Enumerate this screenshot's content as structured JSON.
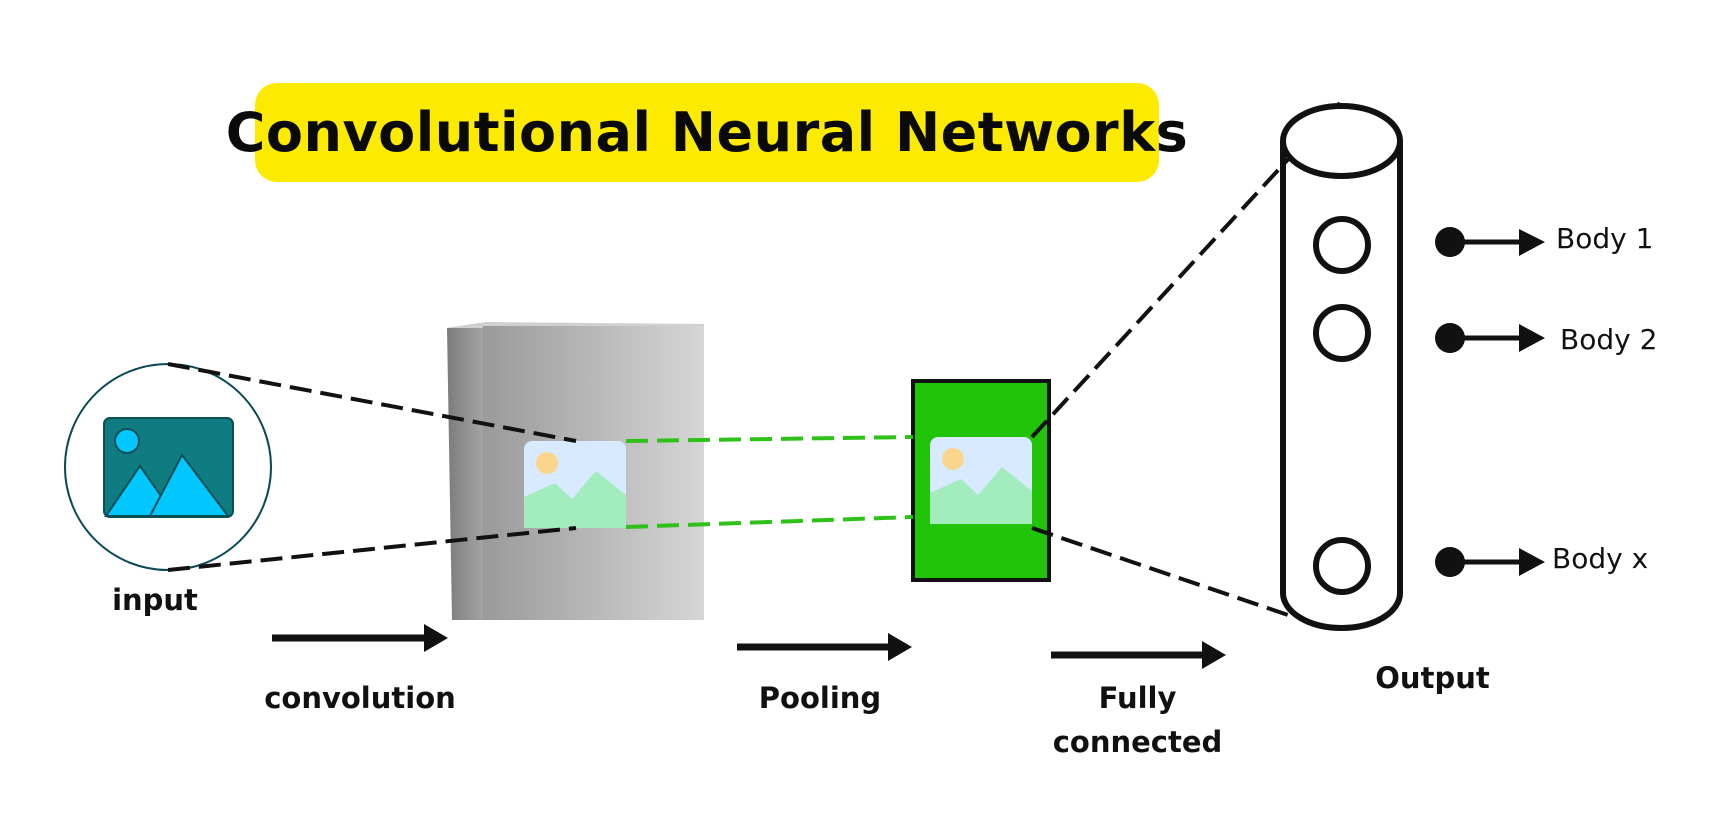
{
  "title": "Convolutional Neural Networks",
  "labels": {
    "input": "input",
    "convolution": "convolution",
    "pooling": "Pooling",
    "fully_connected_line1": "Fully",
    "fully_connected_line2": "connected",
    "output": "Output"
  },
  "outputs": [
    "Body 1",
    "Body 2",
    "Body x"
  ],
  "colors": {
    "title_bg": "#fcea00",
    "pooling_fill": "#22c40a",
    "connector_green": "#2fc01a",
    "input_icon": "#0e7c80",
    "input_icon_mountain": "#00c8ff"
  }
}
